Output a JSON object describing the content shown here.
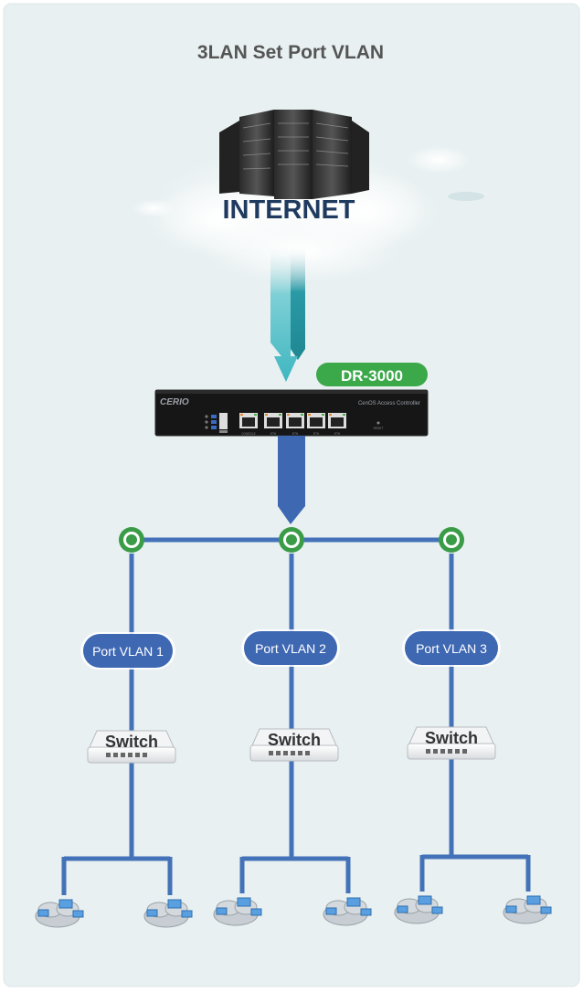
{
  "title": "3LAN Set Port VLAN",
  "internet_label": "INTERNET",
  "device": {
    "model_badge": "DR-3000",
    "brand": "CERIO",
    "panel_text": "CenOS Access Controller",
    "port_labels": [
      "CONSOLE",
      "ETH",
      "ETH",
      "ETH",
      "ETH"
    ],
    "reset_label": "RESET"
  },
  "vlans": [
    {
      "label": "Port VLAN 1",
      "switch_label": "Switch"
    },
    {
      "label": "Port VLAN 2",
      "switch_label": "Switch"
    },
    {
      "label": "Port VLAN 3",
      "switch_label": "Switch"
    }
  ],
  "colors": {
    "background": "#e8f0f1",
    "line_blue": "#4472b8",
    "node_green": "#3a9c47",
    "badge_green": "#3ba84a",
    "title_gray": "#555555",
    "internet_navy": "#1f3a5f",
    "arrow_teal": "#3fb6c0"
  }
}
